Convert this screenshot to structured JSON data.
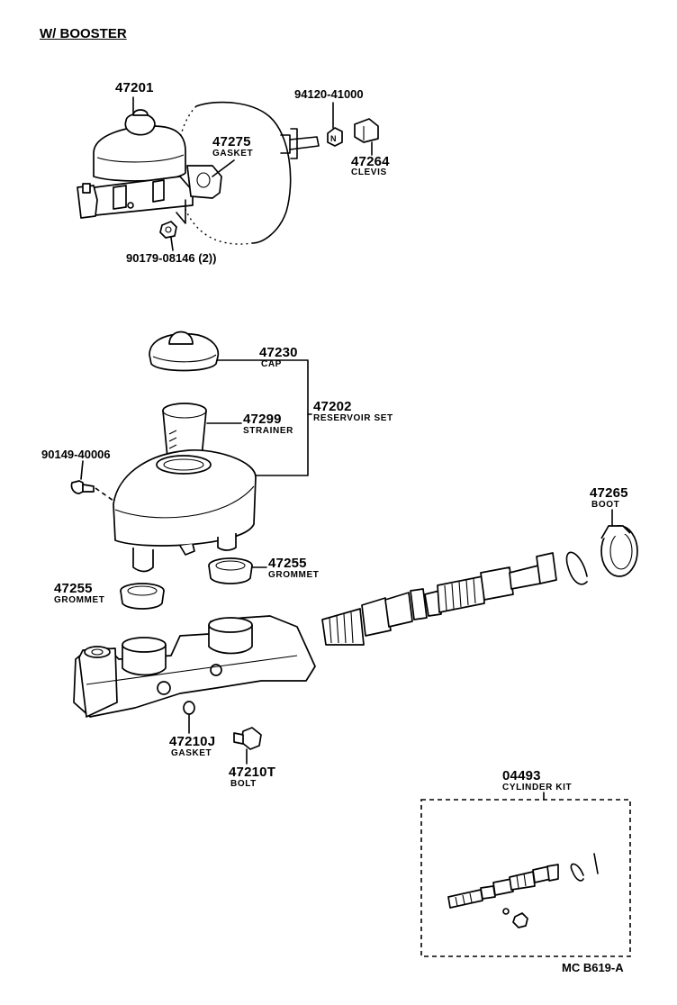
{
  "title": "W/ BOOSTER",
  "footer_code": "MC  B619-A",
  "parts": {
    "p47201": {
      "number": "47201"
    },
    "p9412041000": {
      "number": "94120-41000"
    },
    "p47275": {
      "number": "47275",
      "name": "GASKET"
    },
    "p47264": {
      "number": "47264",
      "name": "CLEVIS"
    },
    "p9017908146": {
      "number": "90179-08146 (2))"
    },
    "p47230": {
      "number": "47230",
      "name": "CAP"
    },
    "p47202": {
      "number": "47202",
      "name": "RESERVOIR SET"
    },
    "p47299": {
      "number": "47299",
      "name": "STRAINER"
    },
    "p9014940006": {
      "number": "90149-40006"
    },
    "p47265": {
      "number": "47265",
      "name": "BOOT"
    },
    "p47255a": {
      "number": "47255",
      "name": "GROMMET"
    },
    "p47255b": {
      "number": "47255",
      "name": "GROMMET"
    },
    "p47210j": {
      "number": "47210J",
      "name": "GASKET"
    },
    "p47210t": {
      "number": "47210T",
      "name": "BOLT"
    },
    "p04493": {
      "number": "04493",
      "name": "CYLINDER KIT"
    }
  }
}
